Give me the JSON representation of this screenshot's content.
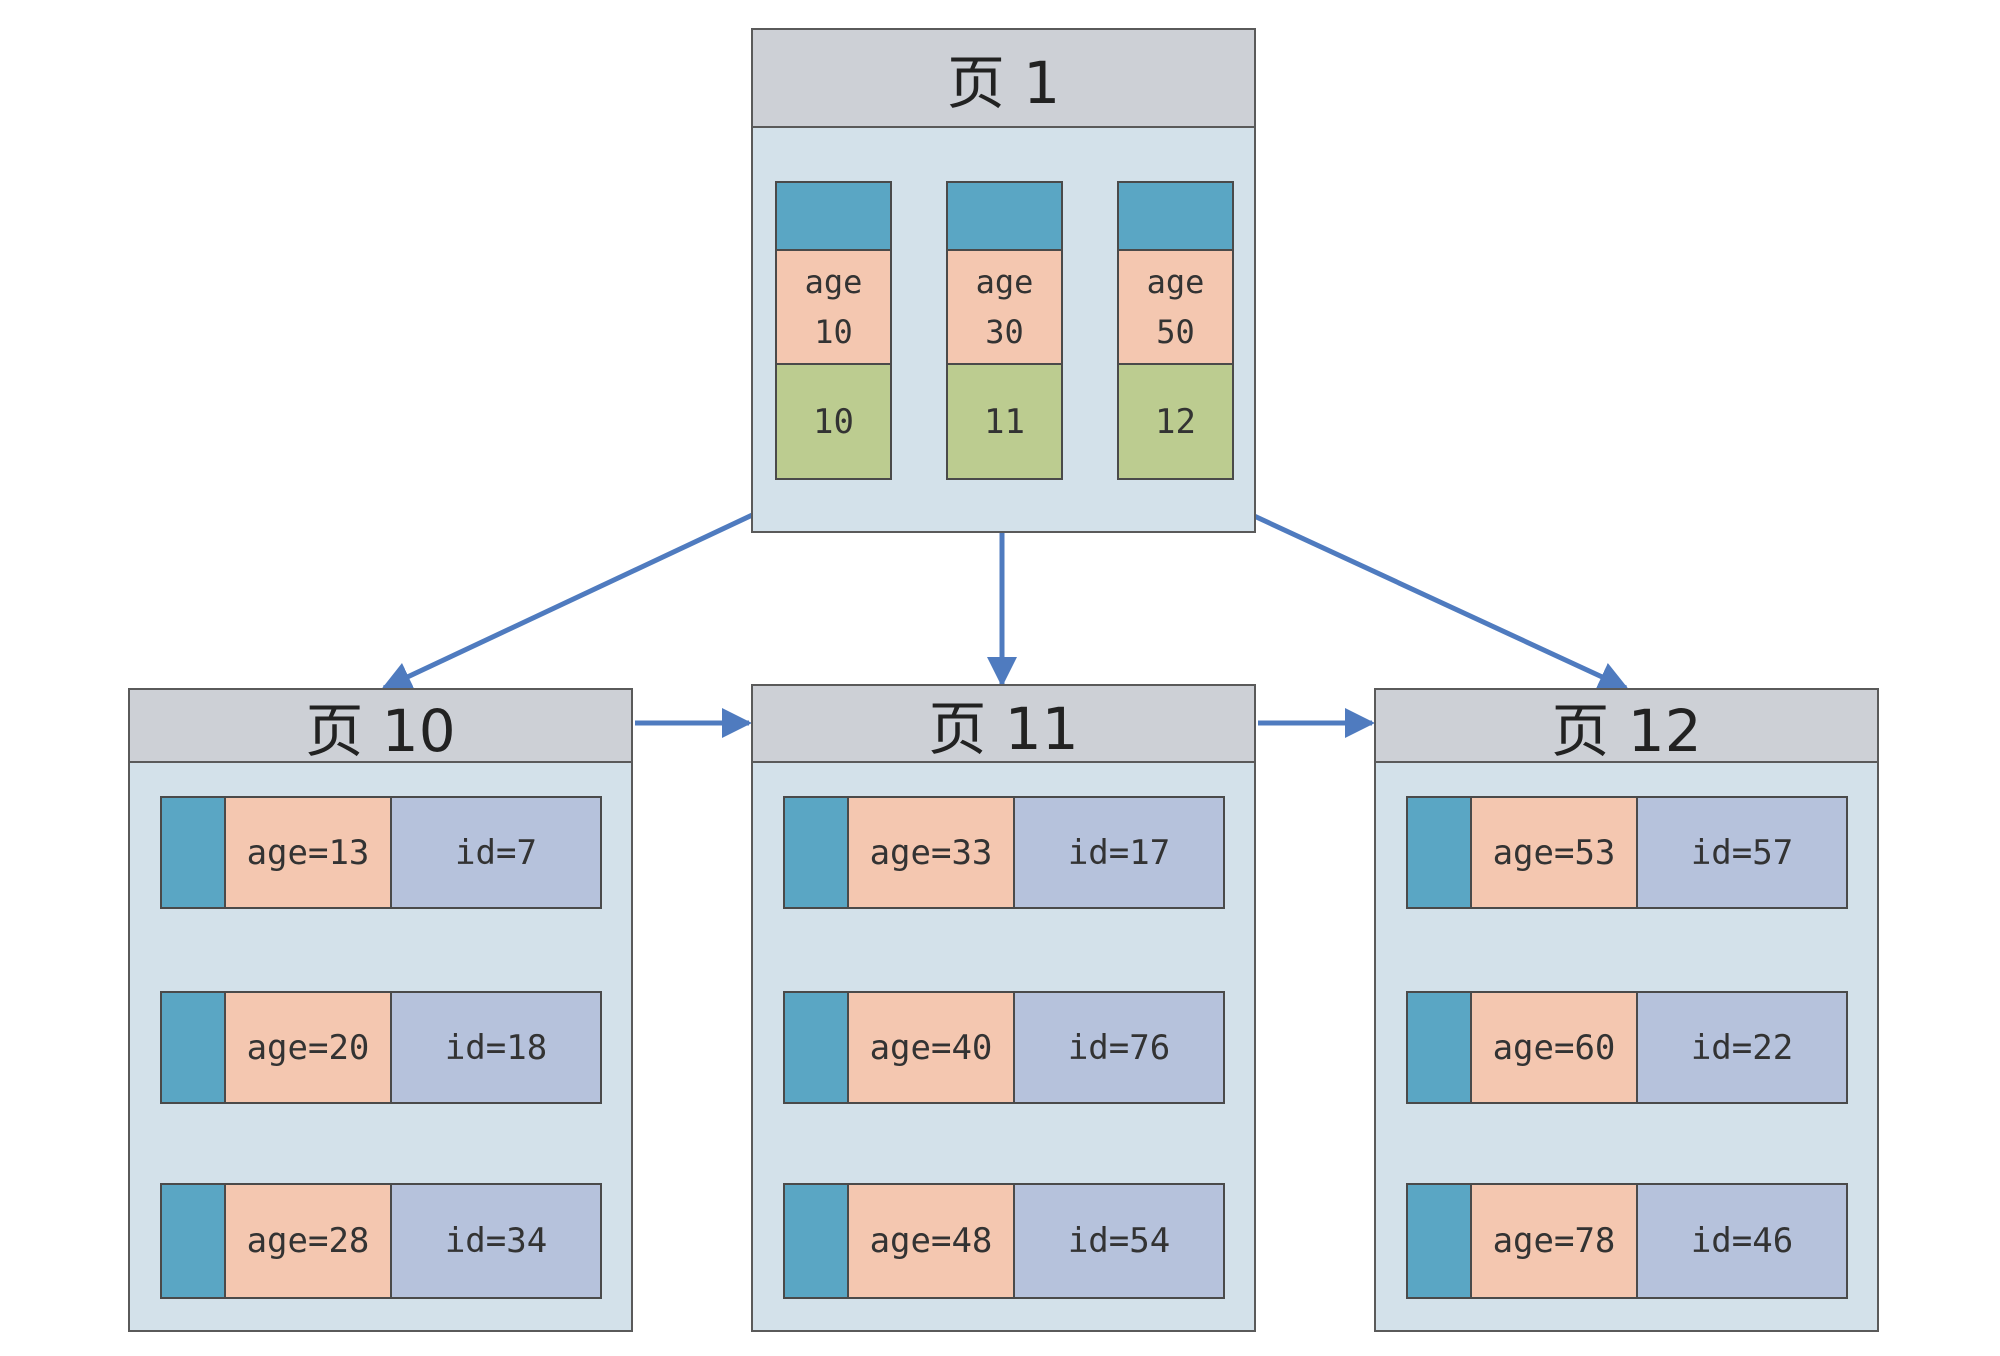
{
  "root": {
    "title": "页 1",
    "entries": [
      {
        "key_label": "age",
        "key": "10",
        "child": "10"
      },
      {
        "key_label": "age",
        "key": "30",
        "child": "11"
      },
      {
        "key_label": "age",
        "key": "50",
        "child": "12"
      }
    ]
  },
  "leaves": [
    {
      "title": "页 10",
      "rows": [
        {
          "age": "age=13",
          "id": "id=7"
        },
        {
          "age": "age=20",
          "id": "id=18"
        },
        {
          "age": "age=28",
          "id": "id=34"
        }
      ]
    },
    {
      "title": "页 11",
      "rows": [
        {
          "age": "age=33",
          "id": "id=17"
        },
        {
          "age": "age=40",
          "id": "id=76"
        },
        {
          "age": "age=48",
          "id": "id=54"
        }
      ]
    },
    {
      "title": "页 12",
      "rows": [
        {
          "age": "age=53",
          "id": "id=57"
        },
        {
          "age": "age=60",
          "id": "id=22"
        },
        {
          "age": "age=78",
          "id": "id=46"
        }
      ]
    }
  ],
  "colors": {
    "page_bg": "#d3e1ea",
    "title_bg": "#cdd0d6",
    "pointer": "#5aa6c4",
    "key": "#f4c7b0",
    "child": "#bccc90",
    "id": "#b6c2dc",
    "arrow_blue": "#4f7bbf",
    "arrow_gray": "#6d6d6d"
  }
}
